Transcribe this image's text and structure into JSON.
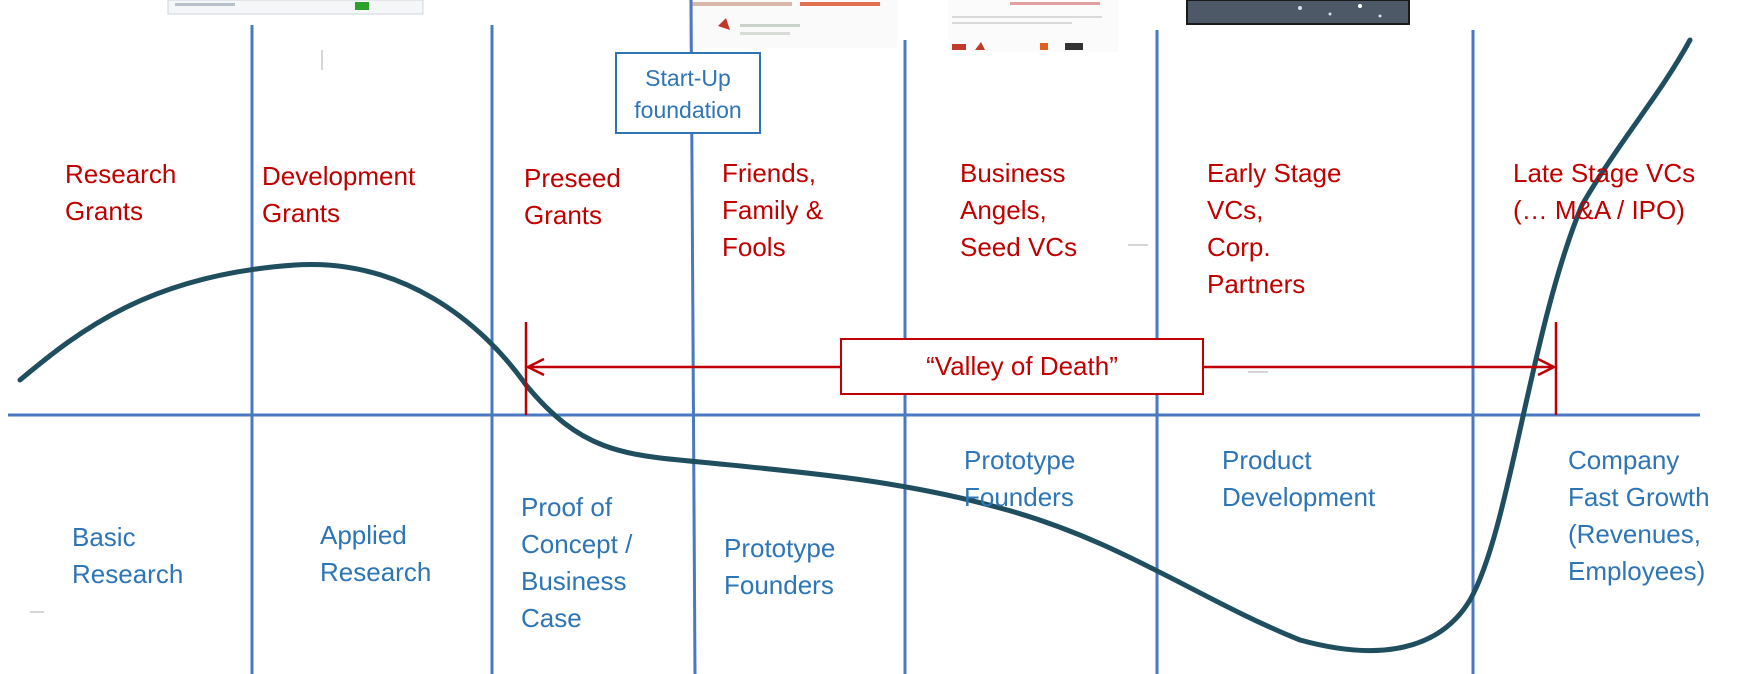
{
  "colors": {
    "funding": "#c00000",
    "stages": "#2e75b6",
    "curve": "#1f4e5f",
    "lines": "#4a78c2"
  },
  "funding_labels": [
    {
      "id": "research-grants",
      "text": "Research\nGrants"
    },
    {
      "id": "development-grants",
      "text": "Development\nGrants"
    },
    {
      "id": "preseed-grants",
      "text": "Preseed\nGrants"
    },
    {
      "id": "friends-family-fools",
      "text": "Friends,\nFamily &\nFools"
    },
    {
      "id": "business-angels",
      "text": "Business\nAngels,\nSeed VCs"
    },
    {
      "id": "early-stage-vcs",
      "text": "Early Stage\nVCs,\nCorp.\nPartners"
    },
    {
      "id": "late-stage-vcs",
      "text": "Late   Stage VCs\n(…     M&A / IPO)"
    }
  ],
  "stage_labels": [
    {
      "id": "basic-research",
      "text": "Basic\nResearch"
    },
    {
      "id": "applied-research",
      "text": "Applied\nResearch"
    },
    {
      "id": "proof-of-concept",
      "text": "Proof of\nConcept /\nBusiness\nCase"
    },
    {
      "id": "prototype-founders-1",
      "text": "Prototype\nFounders"
    },
    {
      "id": "prototype-founders-2",
      "text": "Prototype\nFounders"
    },
    {
      "id": "product-development",
      "text": "Product\nDevelopment"
    },
    {
      "id": "company-fast-growth",
      "text": "Company\nFast Growth\n(Revenues,\nEmployees)"
    }
  ],
  "startup_box": {
    "text": "Start-Up\nfoundation"
  },
  "valley_box": {
    "text": "“Valley of Death”"
  }
}
